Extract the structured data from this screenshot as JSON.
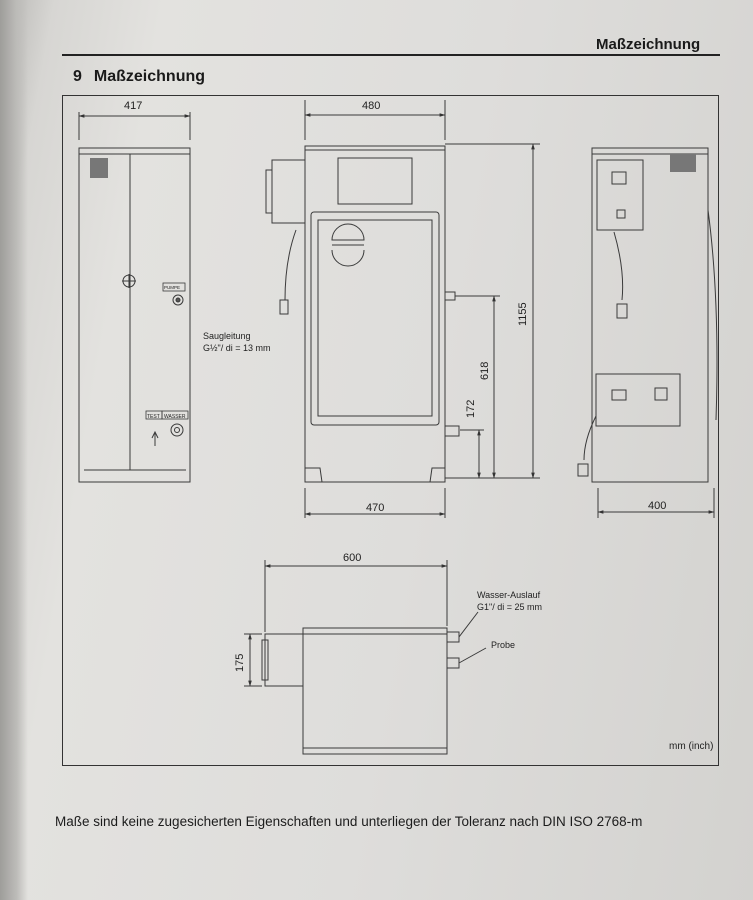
{
  "header": {
    "title": "Maßzeichnung"
  },
  "section": {
    "number": "9",
    "title": "Maßzeichnung"
  },
  "dimensions": {
    "side_left_width": "417",
    "front_top_width": "480",
    "front_bottom_width": "470",
    "height_total": "1155",
    "height_mid": "618",
    "height_low": "172",
    "side_right_width": "400",
    "top_view_width": "600",
    "top_view_depth": "175"
  },
  "labels": {
    "pump": "PUMPE",
    "test": "TEST",
    "wasser": "WASSER",
    "saug_line1": "Saugleitung",
    "saug_line2": "G½\"/ di = 13 mm",
    "outlet_line1": "Wasser-Auslauf",
    "outlet_line2": "G1\"/ di = 25 mm",
    "probe": "Probe"
  },
  "unit_note": "mm (inch)",
  "footnote": "Maße sind keine zugesicherten Eigenschaften und unterliegen der Toleranz nach DIN ISO 2768-m"
}
